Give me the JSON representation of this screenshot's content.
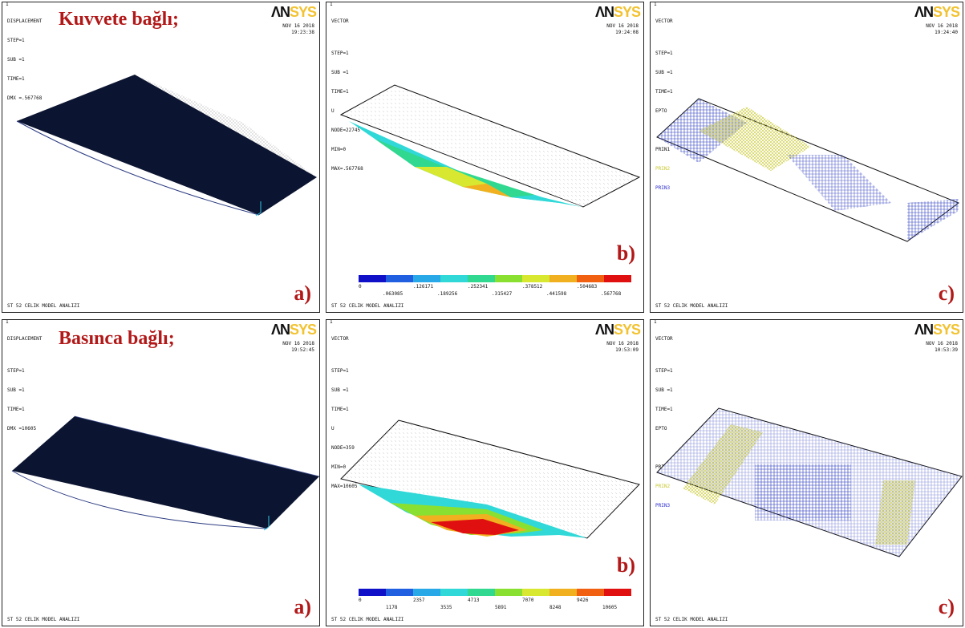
{
  "headings": {
    "top": "Kuvvete bağlı;",
    "bottom": "Basınca bağlı;"
  },
  "logo": {
    "an": "ΛN",
    "sys": "SYS"
  },
  "model_title": "ST 52 CELIK MODEL ANALIZI",
  "panels": {
    "top_a": {
      "num": "1",
      "info": [
        "DISPLACEMENT",
        "STEP=1",
        "SUB =1",
        "TIME=1",
        "DMX =.567768"
      ],
      "date": [
        "NOV 16 2018",
        "19:23:38"
      ],
      "label": "a)"
    },
    "top_b": {
      "num": "1",
      "info": [
        "VECTOR",
        "",
        "STEP=1",
        "SUB =1",
        "TIME=1",
        "U",
        "NODE=22745",
        "MIN=0",
        "MAX=.567768"
      ],
      "date": [
        "NOV 16 2018",
        "19:24:08"
      ],
      "label": "b)",
      "legend_top": [
        "0",
        ".126171",
        ".252341",
        ".378512",
        ".504683"
      ],
      "legend_bottom": [
        ".063085",
        ".189256",
        ".315427",
        ".441598",
        ".567768"
      ]
    },
    "top_c": {
      "num": "1",
      "info": [
        "VECTOR",
        "",
        "STEP=1",
        "SUB =1",
        "TIME=1",
        "EPTO"
      ],
      "legend_items": [
        "PRIN1",
        "PRIN2",
        "PRIN3"
      ],
      "date": [
        "NOV 16 2018",
        "19:24:40"
      ],
      "label": "c)"
    },
    "bot_a": {
      "num": "1",
      "info": [
        "DISPLACEMENT",
        "",
        "STEP=1",
        "SUB =1",
        "TIME=1",
        "DMX =10605"
      ],
      "date": [
        "NOV 16 2018",
        "19:52:45"
      ],
      "label": "a)"
    },
    "bot_b": {
      "num": "1",
      "info": [
        "VECTOR",
        "",
        "STEP=1",
        "SUB =1",
        "TIME=1",
        "U",
        "NODE=359",
        "MIN=0",
        "MAX=10605"
      ],
      "date": [
        "NOV 16 2018",
        "19:53:09"
      ],
      "label": "b)",
      "legend_top": [
        "0",
        "2357",
        "4713",
        "7070",
        "9426"
      ],
      "legend_bottom": [
        "1178",
        "3535",
        "5891",
        "8248",
        "10605"
      ]
    },
    "bot_c": {
      "num": "1",
      "info": [
        "VECTOR",
        "",
        "STEP=1",
        "SUB =1",
        "TIME=1",
        "EPTO"
      ],
      "legend_items": [
        "PRIN1",
        "PRIN2",
        "PRIN3"
      ],
      "date": [
        "NOV 16 2018",
        "10:53:39"
      ],
      "label": "c)"
    }
  },
  "contour_colors": [
    "#1010c8",
    "#1f5fe0",
    "#29a8e8",
    "#30d8d8",
    "#30d890",
    "#8ae030",
    "#d8e830",
    "#f0b020",
    "#f06010",
    "#e01010"
  ]
}
